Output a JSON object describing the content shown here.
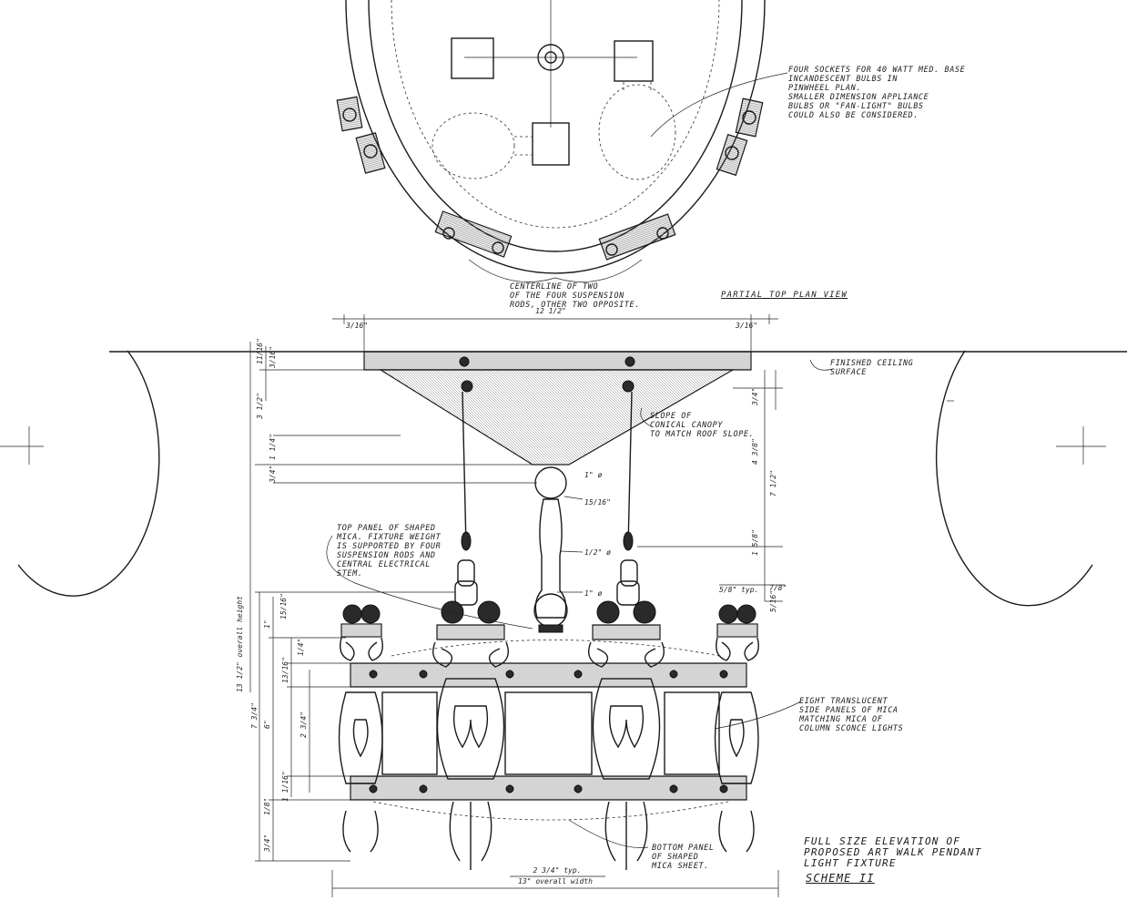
{
  "notes": {
    "four_sockets": "Four sockets for 40 watt med. base\nincandescent bulbs in\npinwheel plan.\nSmaller dimension appliance\nbulbs or \"fan-light\" bulbs\ncould also be considered.",
    "centerline": "Centerline of two\nof the four suspension\nrods, other two opposite.",
    "partial_top_plan": "Partial top plan view",
    "finished_ceiling": "Finished ceiling\nsurface",
    "slope_canopy": "Slope of\nconical canopy\nto match roof slope.",
    "top_panel": "Top panel of shaped\nmica. Fixture weight\nis supported by four\nsuspension rods and\ncentral electrical\nstem.",
    "eight_panels": "Eight translucent\nside panels of mica\nmatching mica of\ncolumn sconce lights",
    "bottom_panel": "Bottom panel\nof shaped\nmica sheet.",
    "title": "Full size elevation of\nproposed Art Walk pendant\nlight fixture",
    "scheme": "Scheme II"
  },
  "dimensions": {
    "canopy_width": "12 1/2\"",
    "left_edge": "3/16\"",
    "right_edge": "3/16\"",
    "canopy_top_a": "11/16\"",
    "canopy_top_b": "3/16\"",
    "canopy_height": "3 1/2\"",
    "canopy_lower": "1 1/4\"",
    "canopy_tip": "3/4\"",
    "right_upper": "3/4\"",
    "rod_upper": "4 3/8\"",
    "stem_total": "7 1/2\"",
    "rod_lower": "1 5/8\"",
    "stem_ball_top": "1\" ø",
    "stem_neck": "15/16\"",
    "stem_mid": "1/2\" ø",
    "stem_ball_bottom": "1\" ø",
    "overall_height": "13 1/2\" overall height",
    "finial_height": "15/16\"",
    "finial_gap": "1\"",
    "band_a": "1/4\"",
    "band_b": "13/16\"",
    "body_total": "7 3/4\"",
    "body_upper": "6\"",
    "body_panel": "2 3/4\"",
    "body_lower": "1 1/16\"",
    "body_foot": "1/8\"",
    "foot_height": "3/4\"",
    "finial_width": "5/8\" typ.",
    "finial_right": "7/8\"",
    "finial_right_b": "5/16\"",
    "panel_spacing": "2 3/4\" typ.",
    "overall_width": "13\" overall width"
  }
}
